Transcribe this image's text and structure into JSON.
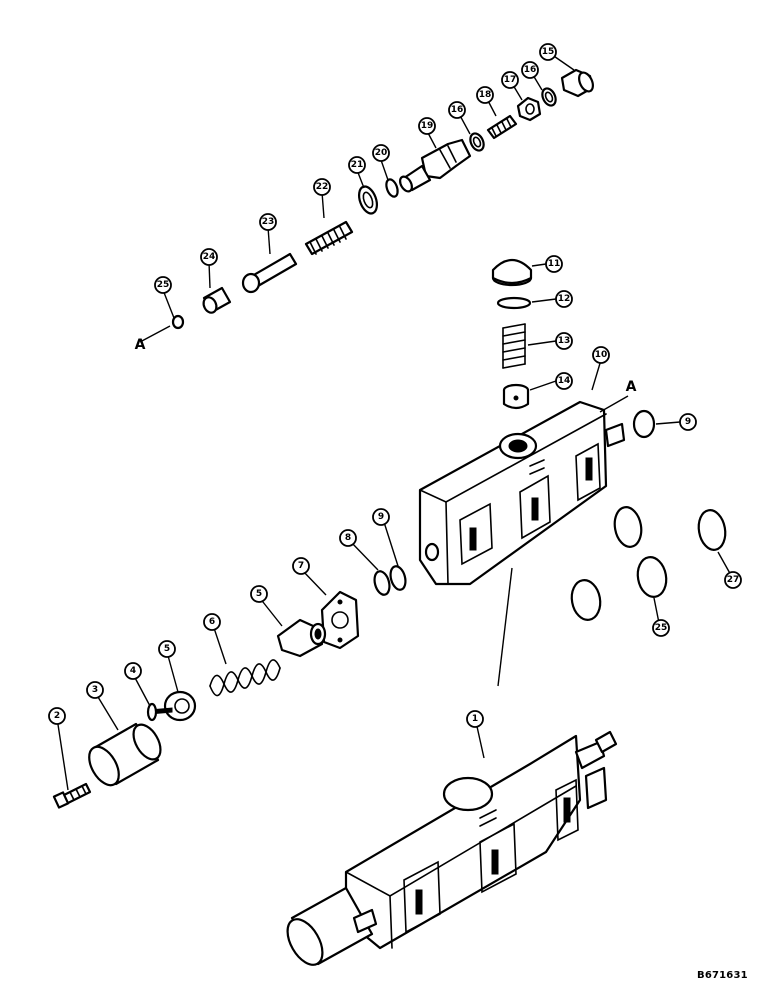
{
  "callouts": {
    "c1": "1",
    "c2": "2",
    "c3": "3",
    "c4": "4",
    "c5a": "5",
    "c5b": "5",
    "c6": "6",
    "c7": "7",
    "c8": "8",
    "c9a": "9",
    "c9b": "9",
    "c10": "10",
    "c11": "11",
    "c12": "12",
    "c13": "13",
    "c14": "14",
    "c15": "15",
    "c16a": "16",
    "c16b": "16",
    "c17": "17",
    "c18": "18",
    "c19": "19",
    "c20": "20",
    "c21": "21",
    "c22": "22",
    "c23": "23",
    "c24": "24",
    "c25a": "25",
    "c25b": "25",
    "c27": "27"
  },
  "reference_letters": {
    "left": "A",
    "right": "A"
  },
  "drawing_number": "B671631"
}
